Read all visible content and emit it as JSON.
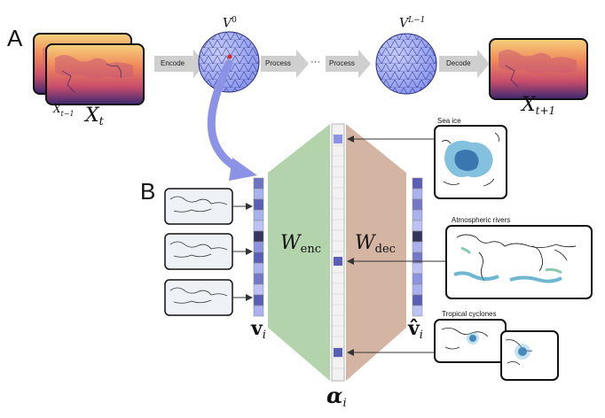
{
  "panels": {
    "a": "A",
    "b": "B"
  },
  "pipeline": {
    "encode": "Encode",
    "process1": "Process",
    "ellipsis": "···",
    "process2": "Process",
    "decode": "Decode",
    "v0_base": "V",
    "v0_sup": "0",
    "vl_base": "V",
    "vl_sup": "L−1",
    "xt1_base": "X",
    "xt1_sub": "t−1",
    "xt_base": "X",
    "xt_sub": "t",
    "xtp1_base": "X",
    "xtp1_sub": "t+1"
  },
  "weights": {
    "enc_base": "W",
    "enc_sub": "enc",
    "dec_base": "W",
    "dec_sub": "dec"
  },
  "vectors": {
    "v_base": "v",
    "v_sub": "i",
    "vhat_base": "v̂",
    "vhat_sub": "i",
    "alpha_base": "α",
    "alpha_sub": "i"
  },
  "targets": {
    "sea_ice": "Sea ice",
    "atmospheric_rivers": "Atmospheric rivers",
    "tropical_cyclones": "Tropical cyclones"
  },
  "colors": {
    "encoder": "#b2d3ac",
    "decoder": "#d4b4a3",
    "arrow_gray": "#cfcfcf",
    "curved_arrow": "#8c93e6",
    "sphere": "#a8b3f5",
    "cell_light": "#a9b1ef",
    "cell_mid": "#7479c7",
    "cell_dark": "#343660"
  }
}
